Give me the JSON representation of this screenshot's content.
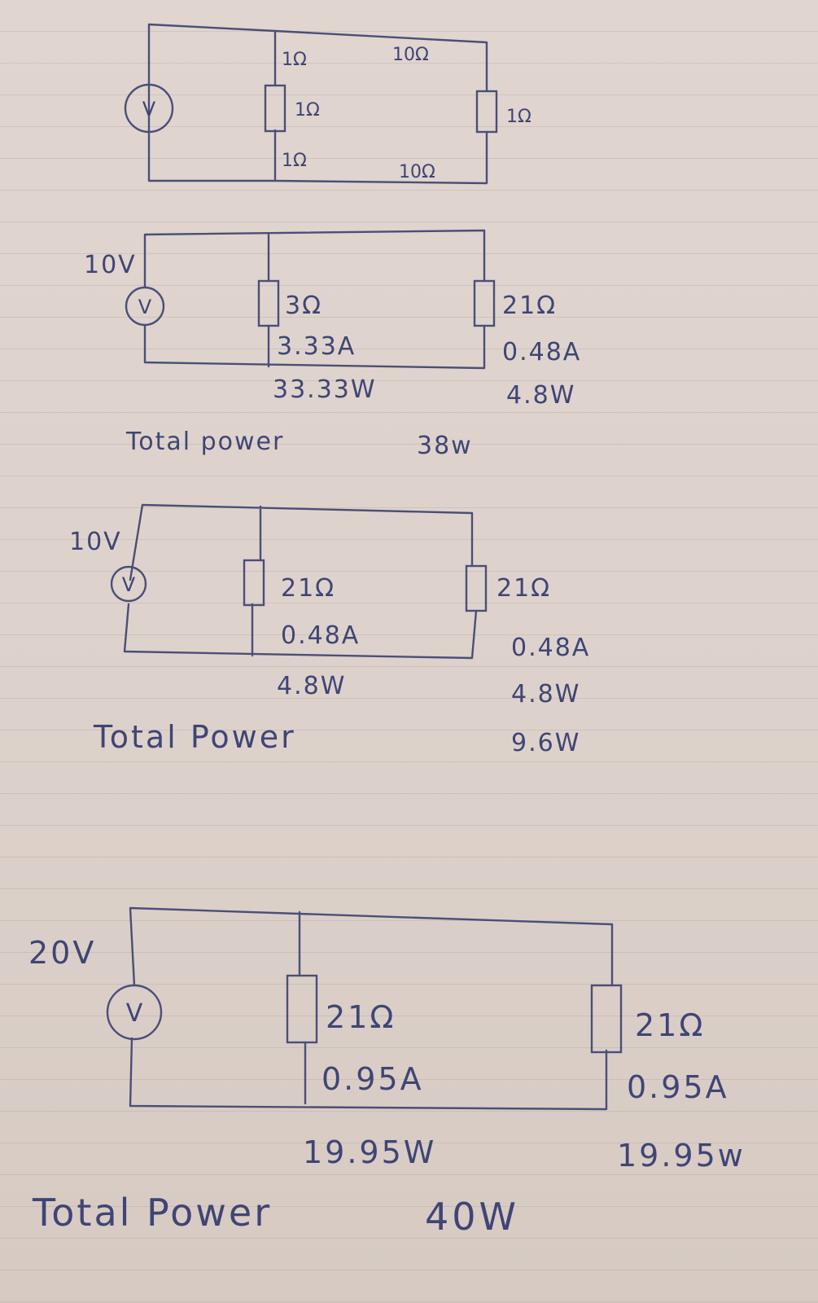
{
  "circuits": [
    {
      "source": {
        "label": "",
        "symbol": "V"
      },
      "resistors": [
        {
          "value": "1Ω"
        },
        {
          "value": "1Ω"
        },
        {
          "value": "1Ω"
        },
        {
          "value": "10Ω"
        },
        {
          "value": "1Ω"
        },
        {
          "value": "10Ω"
        }
      ]
    },
    {
      "source": {
        "label": "10V",
        "symbol": "V"
      },
      "branches": [
        {
          "resistance": "3Ω",
          "current": "3.33A",
          "power": "33.33W"
        },
        {
          "resistance": "21Ω",
          "current": "0.48A",
          "power": "4.8W"
        }
      ],
      "total_label": "Total power",
      "total_value": "38w"
    },
    {
      "source": {
        "label": "10V",
        "symbol": "V"
      },
      "branches": [
        {
          "resistance": "21Ω",
          "current": "0.48A",
          "power": "4.8W"
        },
        {
          "resistance": "21Ω",
          "current": "0.48A",
          "power": "4.8W"
        }
      ],
      "total_label": "Total Power",
      "total_value": "9.6W"
    },
    {
      "source": {
        "label": "20V",
        "symbol": "V"
      },
      "branches": [
        {
          "resistance": "21Ω",
          "current": "0.95A",
          "power": "19.95W"
        },
        {
          "resistance": "21Ω",
          "current": "0.95A",
          "power": "19.95w"
        }
      ],
      "total_label": "Total Power",
      "total_value": "40W"
    }
  ]
}
